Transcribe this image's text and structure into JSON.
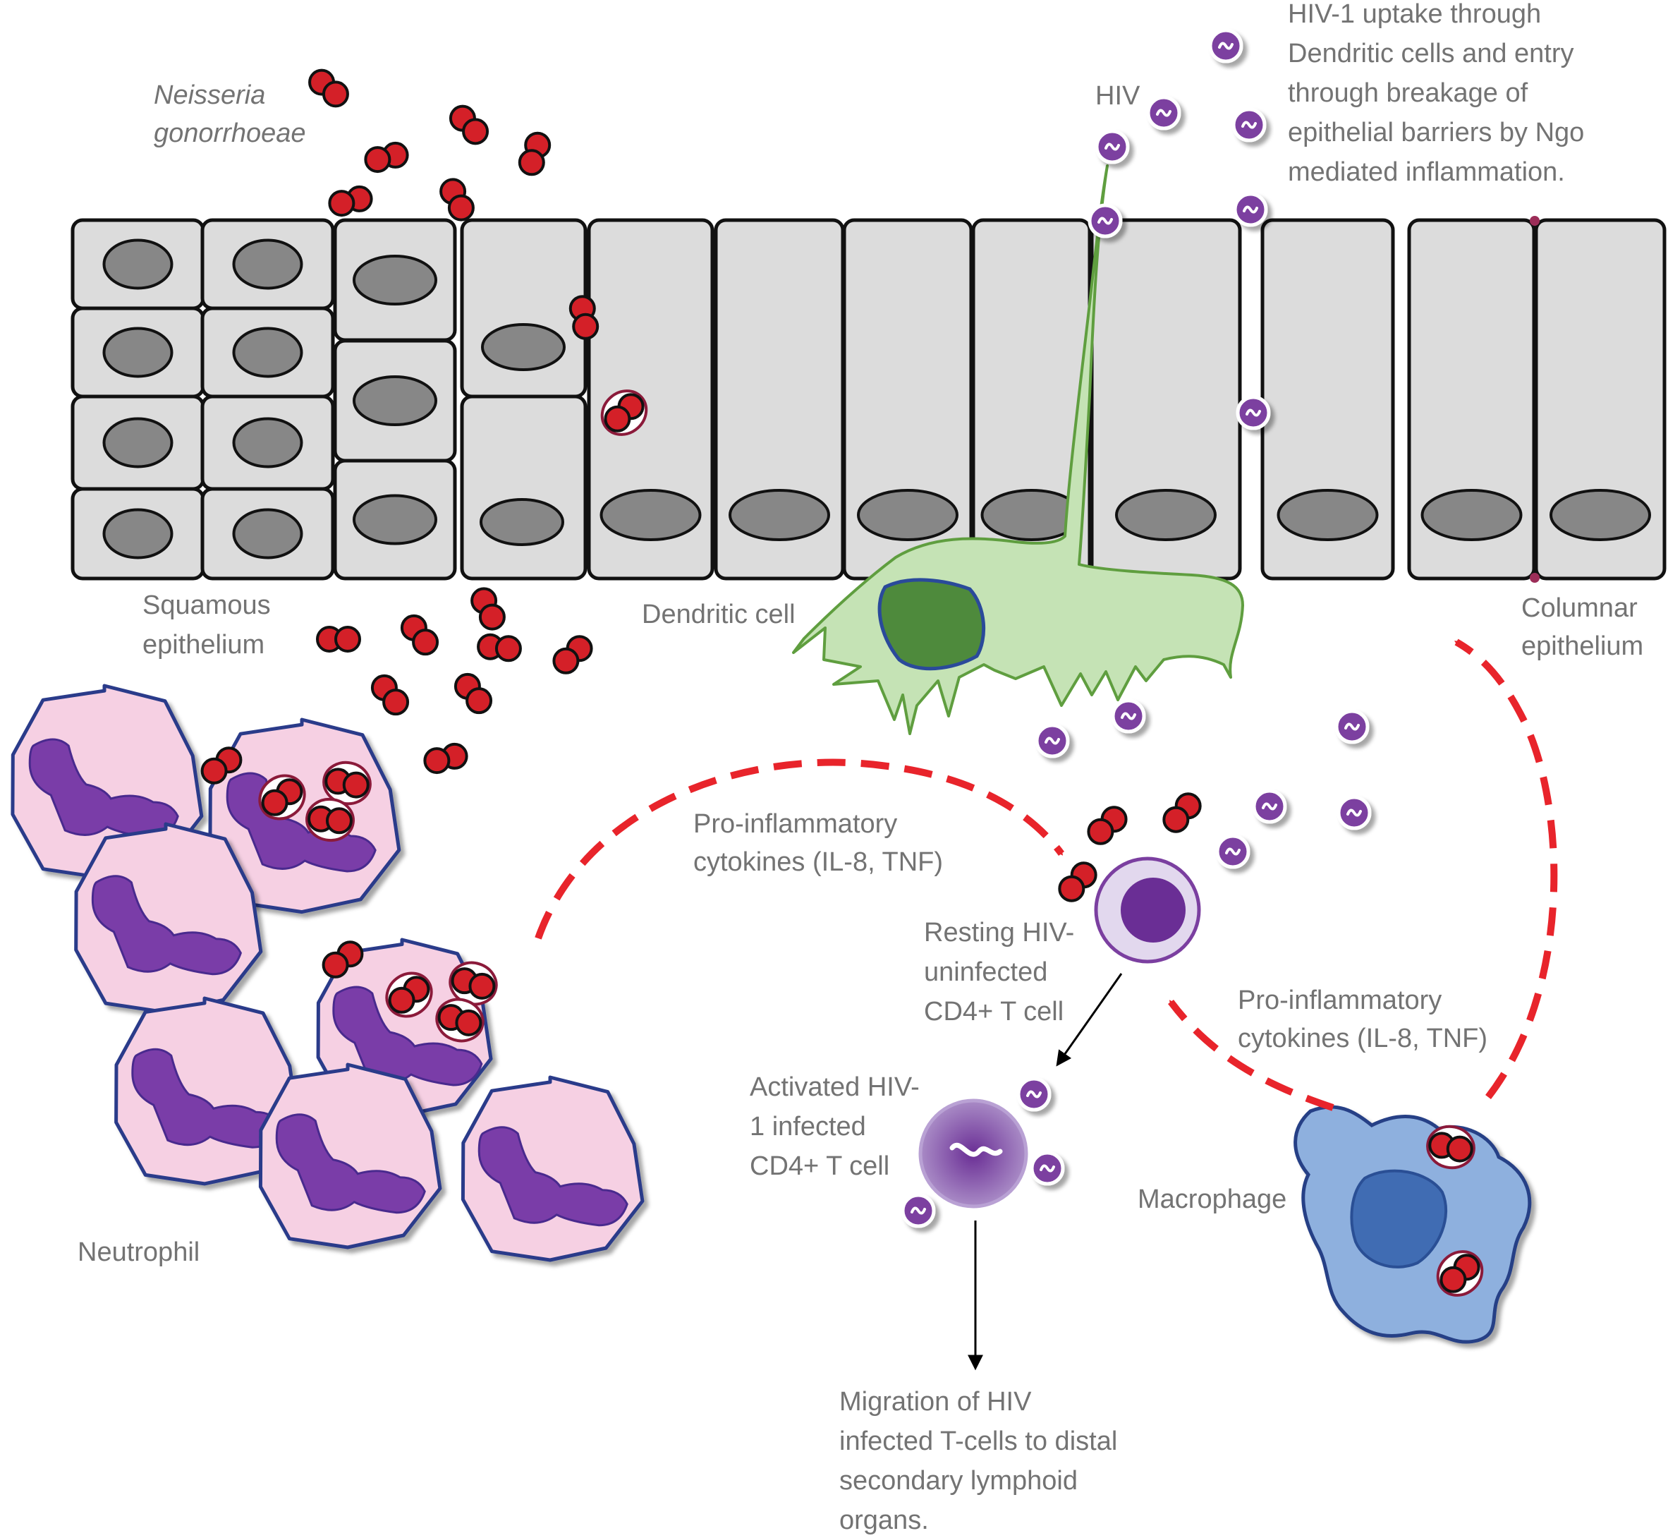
{
  "labels": {
    "neisseria": [
      "Neisseria",
      "gonorrhoeae"
    ],
    "hiv": "HIV",
    "hiv_uptake": [
      "HIV-1 uptake through",
      "Dendritic cells and entry",
      "through breakage of",
      "epithelial barriers by Ngo",
      "mediated inflammation."
    ],
    "squamous": [
      "Squamous",
      "epithelium"
    ],
    "dendritic": "Dendritic cell",
    "columnar": [
      "Columnar",
      "epithelium"
    ],
    "cytokines_left": [
      "Pro-inflammatory",
      "cytokines (IL-8, TNF)"
    ],
    "resting": [
      "Resting HIV-",
      "uninfected",
      "CD4+ T cell"
    ],
    "cytokines_right": [
      "Pro-inflammatory",
      "cytokines (IL-8, TNF)"
    ],
    "activated": [
      "Activated HIV-",
      "1 infected",
      "CD4+ T cell"
    ],
    "macrophage": "Macrophage",
    "neutrophil": "Neutrophil",
    "migration": [
      "Migration of HIV",
      "infected T-cells to distal",
      "secondary lymphoid",
      "organs."
    ]
  },
  "colors": {
    "bacteria": "#d42028",
    "hiv_virion": "#7b3fa0",
    "epithelium_cell": "#dcdcdc",
    "nucleus": "#878787",
    "dendritic_cell": "#c5e3b5",
    "dendritic_nucleus": "#4e8a3c",
    "neutrophil": "#f6d0e3",
    "neutrophil_nucleus": "#7a3da8",
    "macrophage": "#8eb0de",
    "macrophage_nucleus": "#3f6cb3",
    "t_cell": "#7b3fa0",
    "cytokine_arrow": "#e8242b",
    "label_text": "#737373"
  },
  "icons": [
    "bacterium-icon",
    "hiv-virion-icon",
    "arrow-icon"
  ]
}
